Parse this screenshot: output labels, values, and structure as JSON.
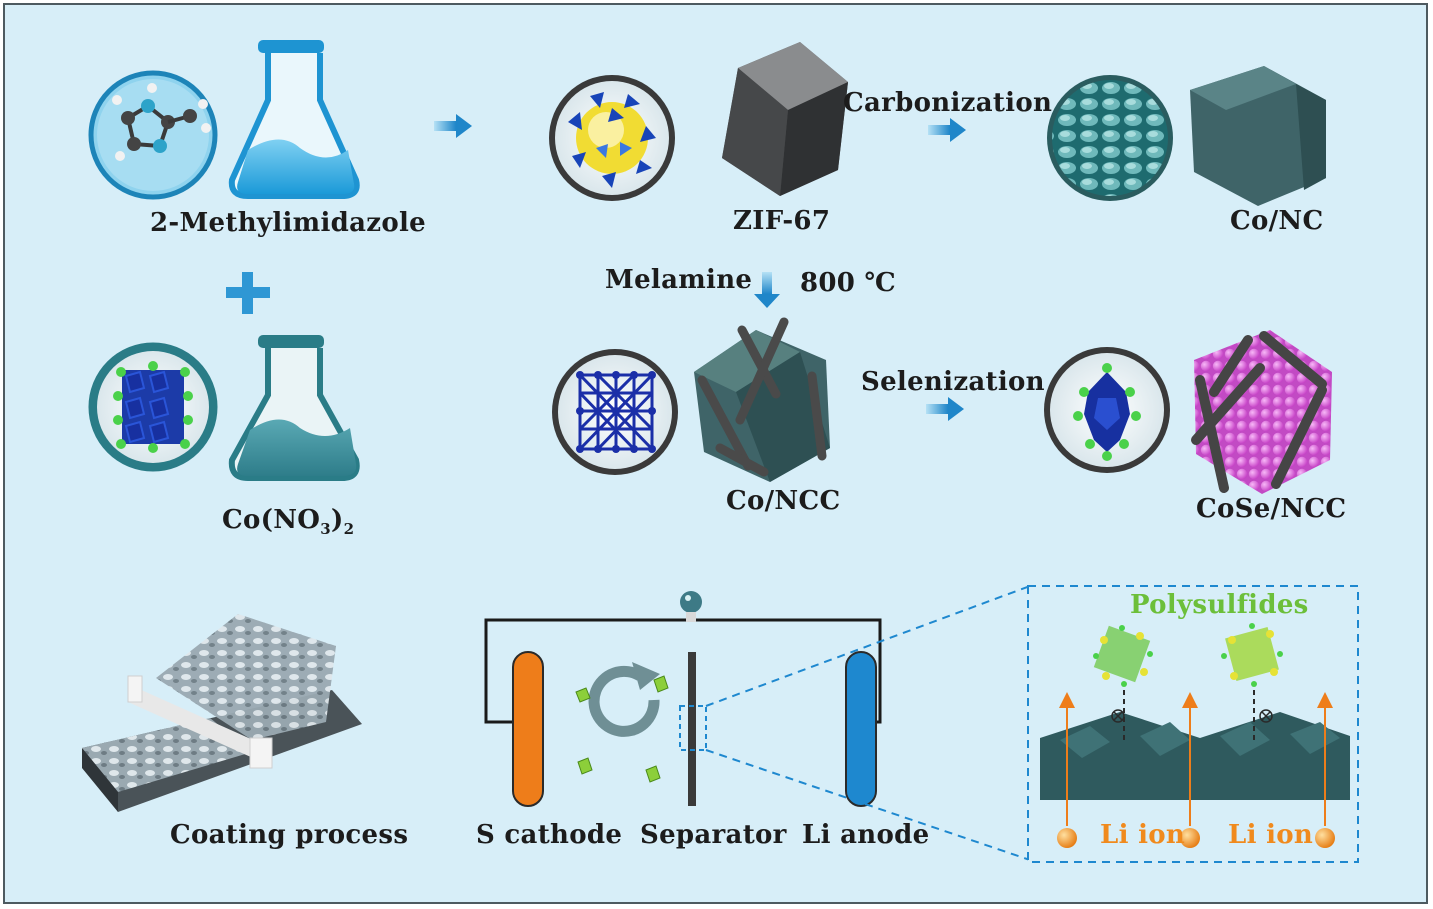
{
  "precursors": {
    "ligand_label": "2-Methylimidazole",
    "metal_salt_label_main": "Co(NO",
    "metal_salt_label_sub1": "3",
    "metal_salt_label_mid": ")",
    "metal_salt_label_sub2": "2"
  },
  "products": {
    "zif_label": "ZIF-67",
    "co_nc_label": "Co/NC",
    "co_ncc_label": "Co/NCC",
    "cose_ncc_label": "CoSe/NCC"
  },
  "steps": {
    "carbonization_label": "Carbonization",
    "melamine_label": "Melamine",
    "temperature_label": "800 ℃",
    "selenization_label": "Selenization"
  },
  "battery": {
    "coating_label": "Coating process",
    "cathode_label": "S cathode",
    "separator_label": "Separator",
    "anode_label": "Li anode"
  },
  "inset": {
    "polysulfides_label": "Polysulfides",
    "li_ion_label_left": "Li ion",
    "li_ion_label_right": "Li ion"
  },
  "colors": {
    "background": "#d7eef8",
    "arrow_blue": "#2a8fd0",
    "cathode_orange": "#ee7d1a",
    "anode_blue": "#1e88cf",
    "cose_magenta": "#d65ad6",
    "carbon_teal": "#3f6468"
  }
}
